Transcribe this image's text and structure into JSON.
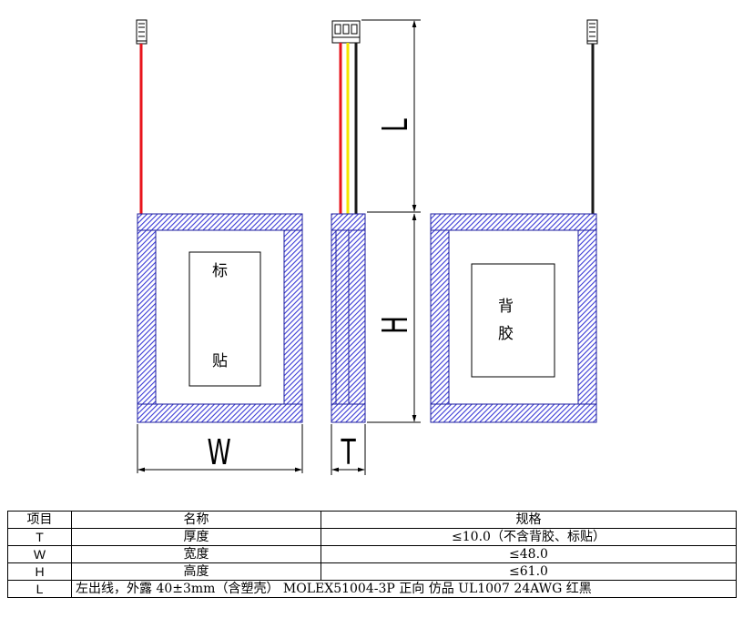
{
  "drawing": {
    "label_sticker_chars": [
      "标",
      "贴"
    ],
    "adhesive_chars": [
      "背",
      "胶"
    ],
    "dim_L": "L",
    "dim_H": "H",
    "dim_W": "W",
    "dim_T": "T",
    "colors": {
      "hatch": "#3a3ad6",
      "wire_red": "#e8141c",
      "wire_yellow": "#f5e600",
      "wire_black": "#1a1a1a"
    }
  },
  "table": {
    "headers": [
      "项目",
      "名称",
      "规格"
    ],
    "rows": [
      {
        "item": "T",
        "name": "厚度",
        "spec": "≤10.0（不含背胶、标贴）"
      },
      {
        "item": "W",
        "name": "宽度",
        "spec": "≤48.0"
      },
      {
        "item": "H",
        "name": "高度",
        "spec": "≤61.0"
      },
      {
        "item": "L",
        "name": "",
        "spec": "左出线，外露 40±3mm（含塑壳） MOLEX51004-3P 正向 仿品 UL1007 24AWG 红黑"
      }
    ]
  }
}
